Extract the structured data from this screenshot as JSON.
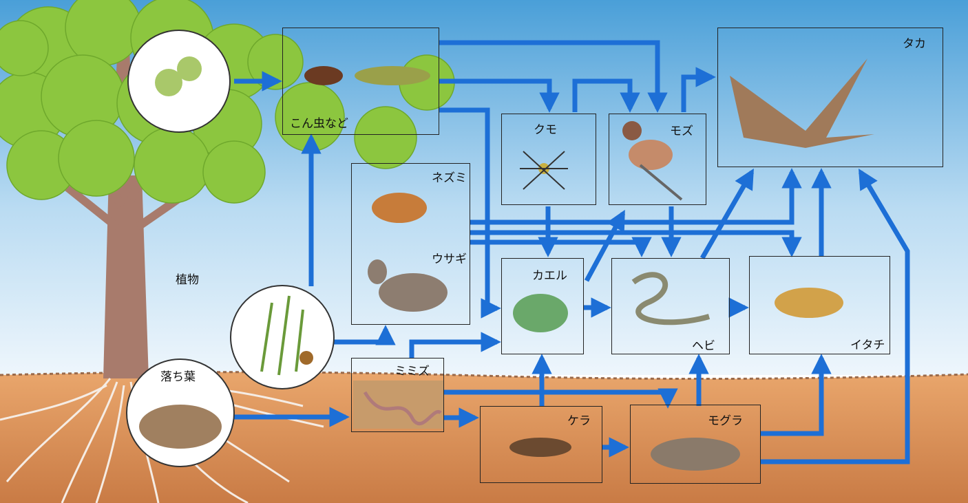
{
  "plants_label": "植物",
  "leaf_litter_label": "落ち葉",
  "nodes": {
    "insects": "こん虫など",
    "spider": "クモ",
    "shrike": "モズ",
    "hawk": "タカ",
    "mouse": "ネズミ",
    "rabbit": "ウサギ",
    "frog": "カエル",
    "snake": "ヘビ",
    "weasel": "イタチ",
    "earthworm": "ミミズ",
    "mole_cricket": "ケラ",
    "mole": "モグラ"
  },
  "colors": {
    "arrow": "#1d6fd6",
    "sky_top": "#4a9fd8",
    "sky_bottom": "#eaf4fb",
    "foliage": "#8cc63f",
    "soil": "#d8905a"
  }
}
